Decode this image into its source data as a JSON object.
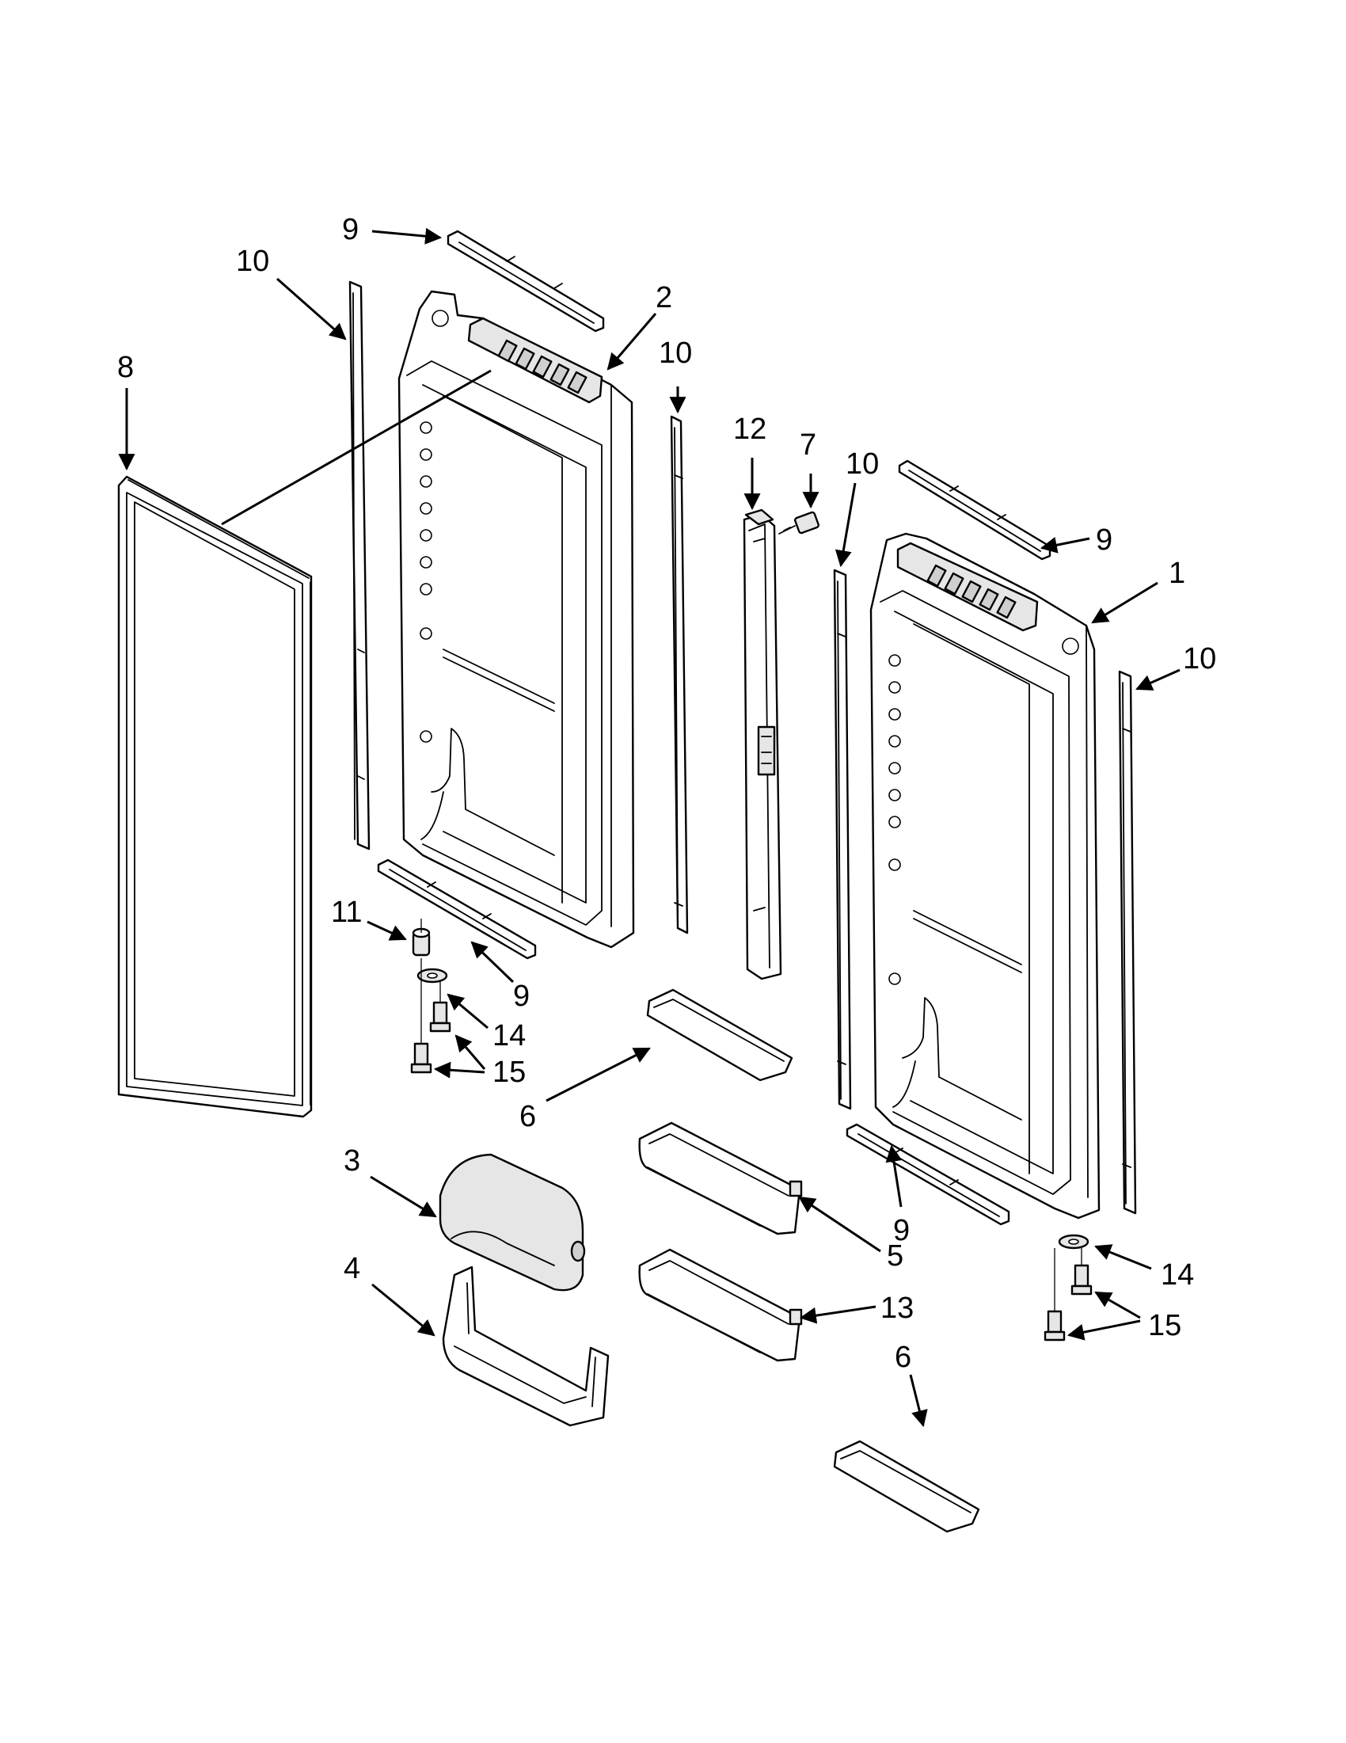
{
  "diagram": {
    "callouts": {
      "c9_top": "9",
      "c10_left": "10",
      "c2": "2",
      "c8": "8",
      "c10_mid": "10",
      "c12": "12",
      "c7": "7",
      "c10_right": "10",
      "c9_right": "9",
      "c1": "1",
      "c10_far": "10",
      "c11": "11",
      "c9_lower": "9",
      "c14_left": "14",
      "c15_left": "15",
      "c6_upper": "6",
      "c3": "3",
      "c5": "5",
      "c9_bottom": "9",
      "c14_right": "14",
      "c4": "4",
      "c13": "13",
      "c15_right": "15",
      "c6_lower": "6"
    }
  }
}
